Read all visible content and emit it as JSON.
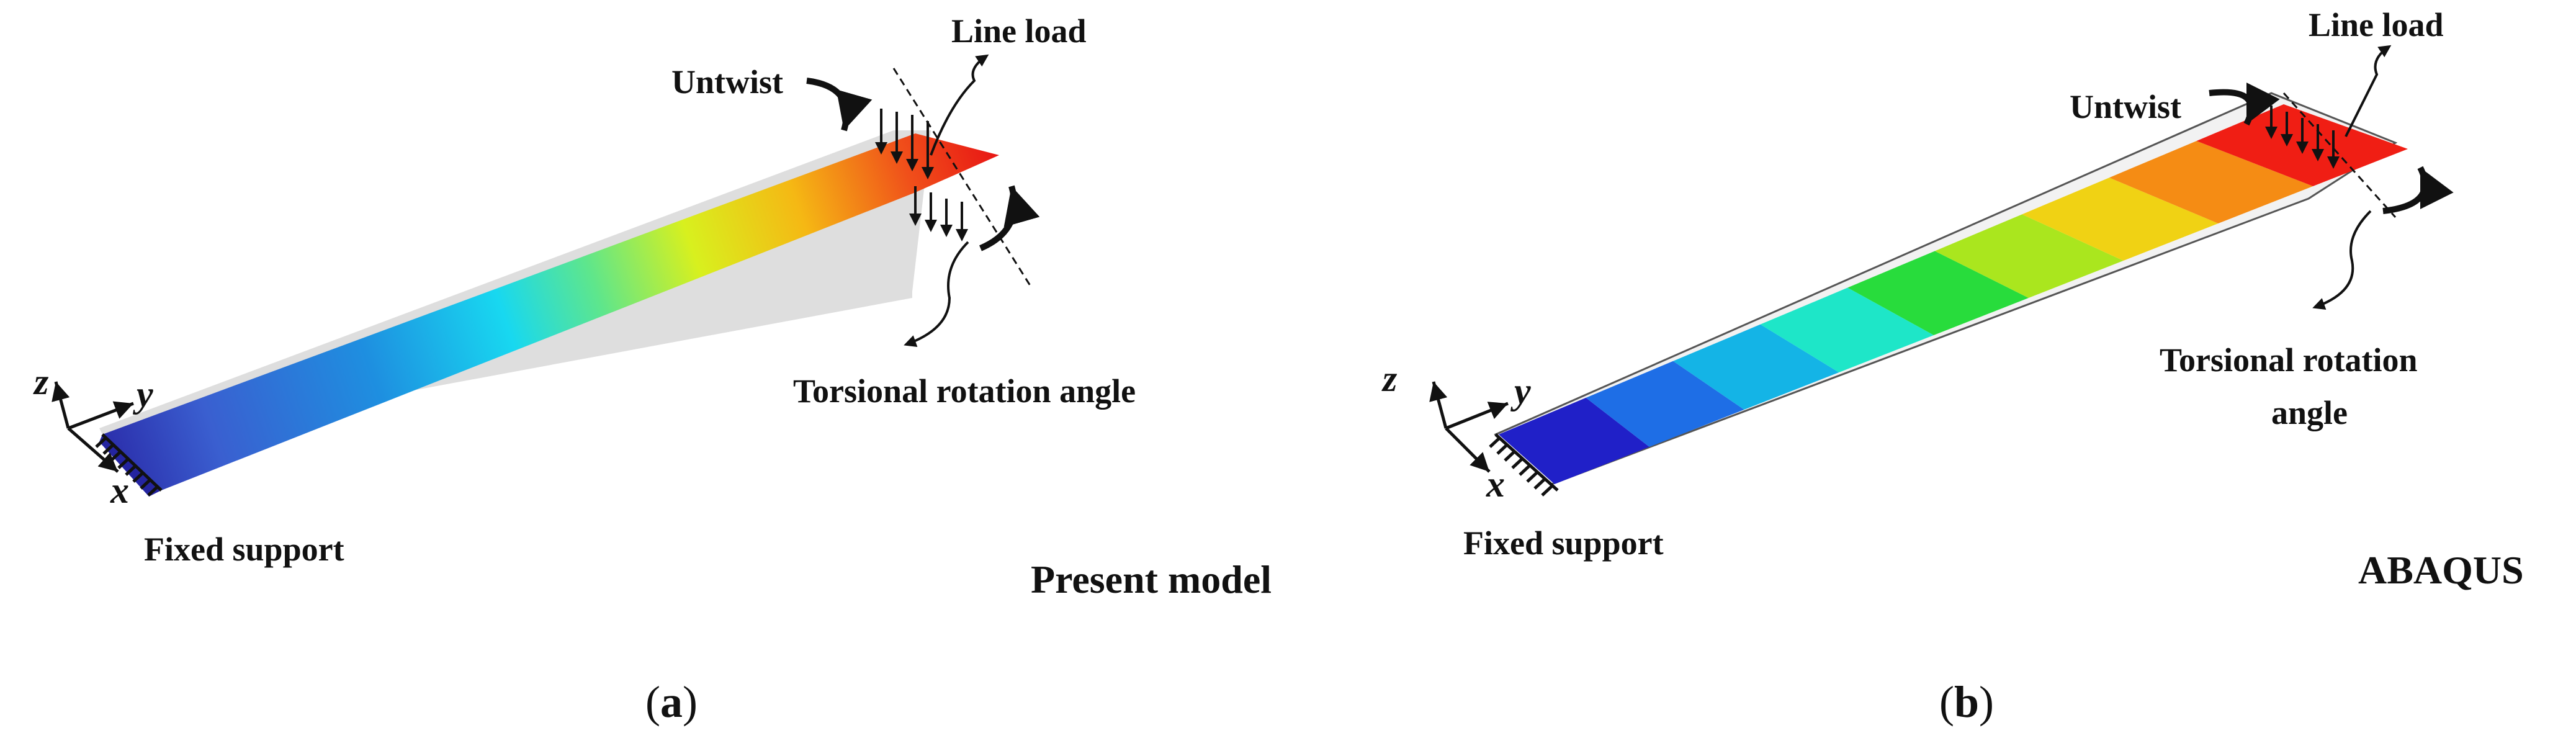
{
  "panels": [
    {
      "id": "a",
      "caption_open": "(",
      "caption_letter": "a",
      "caption_close": ")",
      "model_label": "Present model",
      "labels": {
        "untwist": "Untwist",
        "line_load": "Line load",
        "torsional": "Torsional rotation angle",
        "fixed_support": "Fixed support"
      },
      "axes": {
        "x": "x",
        "y": "y",
        "z": "z"
      }
    },
    {
      "id": "b",
      "caption_open": "(",
      "caption_letter": "b",
      "caption_close": ")",
      "model_label": "ABAQUS",
      "labels": {
        "untwist": "Untwist",
        "line_load": "Line load",
        "torsional_line1": "Torsional rotation",
        "torsional_line2": "angle",
        "fixed_support": "Fixed support"
      },
      "axes": {
        "x": "x",
        "y": "y",
        "z": "z"
      }
    }
  ],
  "colors": {
    "contour": [
      "#2020c8",
      "#1e6ee6",
      "#14b4e6",
      "#1ee6c8",
      "#28dc3c",
      "#aae61e",
      "#f0d214",
      "#f58c14",
      "#f01e14"
    ],
    "undeformed": "#dcdcdc",
    "ink": "#111111"
  }
}
